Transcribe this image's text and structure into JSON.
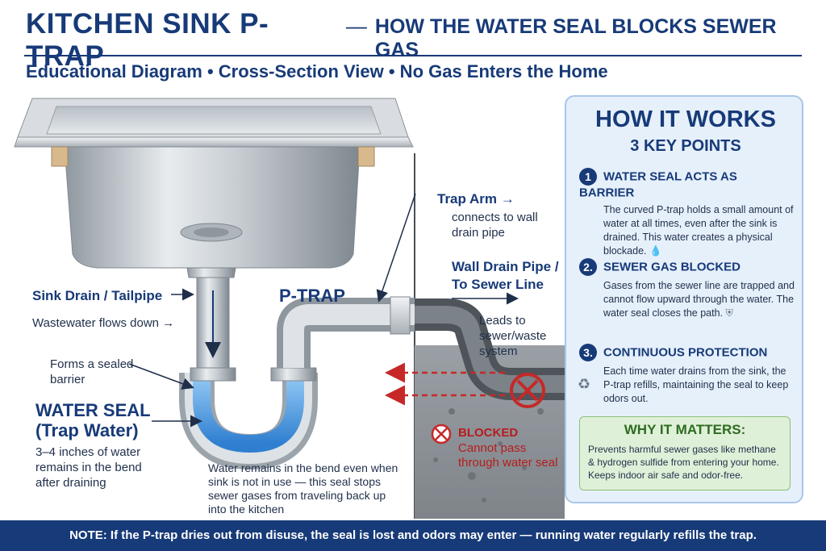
{
  "header": {
    "title": "KITCHEN SINK P-TRAP",
    "dash": "—",
    "title_sub": "HOW THE WATER SEAL BLOCKS SEWER GAS",
    "subtitle": "Educational Diagram • Cross-Section View • No Gas Enters the Home"
  },
  "labels": {
    "trap_arm": "Trap Arm →",
    "trap_arm_desc": "connects to wall drain pipe",
    "wall_drain": "Wall Drain Pipe / To Sewer Line",
    "wall_drain_arrow": "⟶",
    "leads_to": "Leads to sewer/waste system",
    "sink_drain": "Sink Drain / Tailpipe",
    "wastewater": "Wastewater flows down →",
    "ptrap": "P-TRAP",
    "sealed_barrier": "Forms a sealed barrier",
    "water_seal": "WATER SEAL (Trap Water)",
    "water_seal_desc": "3–4 inches of water remains in the bend after draining",
    "bend_desc": "Water remains in the bend even when sink is not in use — this seal stops sewer gases from traveling back up into the kitchen",
    "blocked": "BLOCKED",
    "blocked_desc": "Cannot pass through water seal"
  },
  "panel": {
    "title": "HOW IT WORKS",
    "subtitle": "3 KEY POINTS",
    "points": [
      {
        "num": "1",
        "head": "WATER SEAL ACTS AS BARRIER",
        "body": "The curved P-trap holds a small amount of water at all times, even after the sink is drained. This water creates a physical blockade."
      },
      {
        "num": "2.",
        "head": "SEWER GAS BLOCKED",
        "body": "Gases from the sewer line are trapped and cannot flow upward through the water. The water seal closes the path."
      },
      {
        "num": "3.",
        "head": "CONTINUOUS PROTECTION",
        "body": "Each time water drains from the sink, the P-trap refills, maintaining the seal to keep odors out."
      }
    ],
    "why_title": "WHY IT MATTERS:",
    "why_body": "Prevents harmful sewer gases like methane & hydrogen sulfide from entering your home. Keeps indoor air safe and odor-free."
  },
  "note": "NOTE: If the P-trap dries out from disuse, the seal is lost and odors may enter — running water regularly refills the trap.",
  "colors": {
    "brand_navy": "#173a78",
    "water_blue": "#4f9be0",
    "alert_red": "#c62828",
    "panel_bg": "#e6f0fb",
    "why_green": "#dff0d8"
  },
  "icons": [
    "water-drop-icon",
    "shield-icon",
    "recycle-icon",
    "blocked-icon"
  ]
}
